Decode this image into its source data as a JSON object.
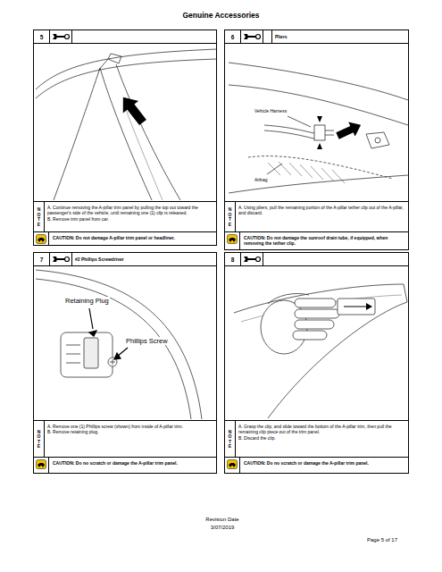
{
  "diagram": {
    "title": "Genuine Accessories",
    "nodes": [
      {
        "text": [
          "5"
        ]
      },
      {
        "text": [
          "A. Continue removing the A-pillar trim panel by pulling the top out toward the passenger's side of the vehicle, until remaining one (1) clip is released.",
          "B. Remove trim panel from car."
        ],
        "in": 0
      },
      {
        "text": [
          "CAUTION: Do not damage A-pillar trim panel or headliner."
        ],
        "in": 0
      },
      {
        "text": [
          "6",
          "Pliers"
        ]
      },
      {
        "text": [
          "A. Using pliers, pull the remaining portion of the A-pillar tether clip out of the A-pillar, and discard."
        ],
        "in": 3
      },
      {
        "text": [
          "CAUTION: Do not damage the sunroof drain tube, if equipped, when removing the tether clip."
        ],
        "in": 3
      },
      {
        "text": [
          "7",
          "#2 Phillips Screwdriver"
        ]
      },
      {
        "text": [
          "A. Remove one (1) Phillips screw (shown) from inside of A-pillar trim.",
          "B. Remove retaining plug."
        ],
        "in": 6
      },
      {
        "text": [
          "CAUTION: Do no scratch or damage the A-pillar trim panel."
        ],
        "in": 6
      },
      {
        "text": [
          "8"
        ]
      },
      {
        "text": [
          "A. Grasp the clip, and slide toward the bottom of the A-pillar trim, then pull the remaining clip piece out of the trim panel.",
          "B. Discard the clip."
        ],
        "in": 9
      },
      {
        "text": [
          "CAUTION: Do no scratch or damage the A-pillar trim panel."
        ],
        "in": 9
      }
    ],
    "labels": [
      "NOTE",
      "NOTE",
      "NOTE",
      "NOTE",
      "Vehicle Harness",
      "Airbag",
      "Retaining Plug",
      "Phillips Screw",
      "Revision Date",
      "3/07/2019",
      "Page 5 of 17"
    ]
  }
}
